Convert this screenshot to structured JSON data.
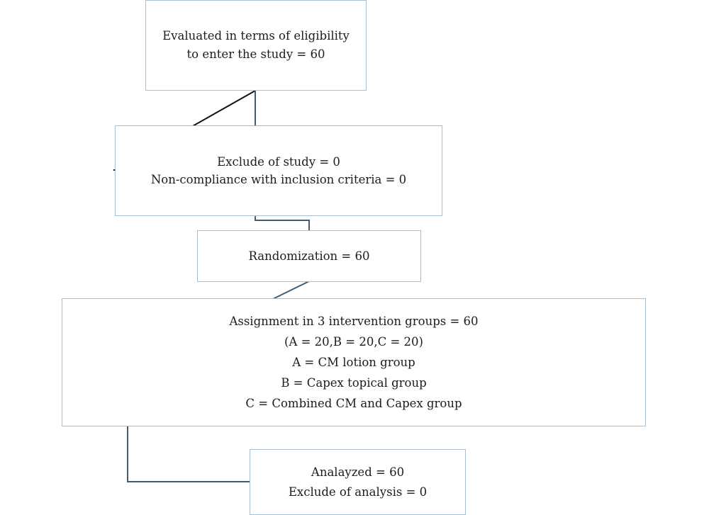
{
  "flowchart": {
    "eligibility": {
      "line1": "Evaluated in terms of eligibility",
      "line2": "to enter the study = 60"
    },
    "exclusion": {
      "line1": "Exclude of study = 0",
      "line2": "Non-compliance with inclusion criteria = 0"
    },
    "randomization": {
      "line1": "Randomization = 60"
    },
    "assignment": {
      "line1": "Assignment in 3 intervention groups = 60",
      "line2": "(A = 20,B = 20,C = 20)",
      "line3": "A = CM lotion group",
      "line4": "B = Capex topical group",
      "line5": "C = Combined CM and Capex group"
    },
    "analysis": {
      "line1": "Analayzed = 60",
      "line2": "Exclude of analysis = 0"
    }
  },
  "colors": {
    "box_border": "#a9bdd0",
    "connector": "#3f5d73",
    "connector_dark": "#111111"
  }
}
